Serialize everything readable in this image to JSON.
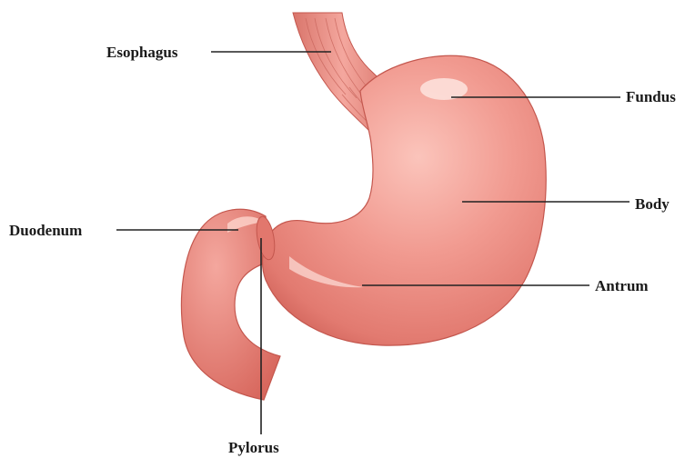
{
  "diagram": {
    "labels": {
      "esophagus": "Esophagus",
      "fundus": "Fundus",
      "body": "Body",
      "duodenum": "Duodenum",
      "antrum": "Antrum",
      "pylorus": "Pylorus"
    },
    "colors": {
      "tissue_fill": "#ee8a80",
      "tissue_shadow": "#d86a60",
      "tissue_edge": "#c4574e",
      "tissue_highlight": "#fbd0c8",
      "leader_line": "#222222",
      "label_text": "#1a1a1a"
    }
  }
}
